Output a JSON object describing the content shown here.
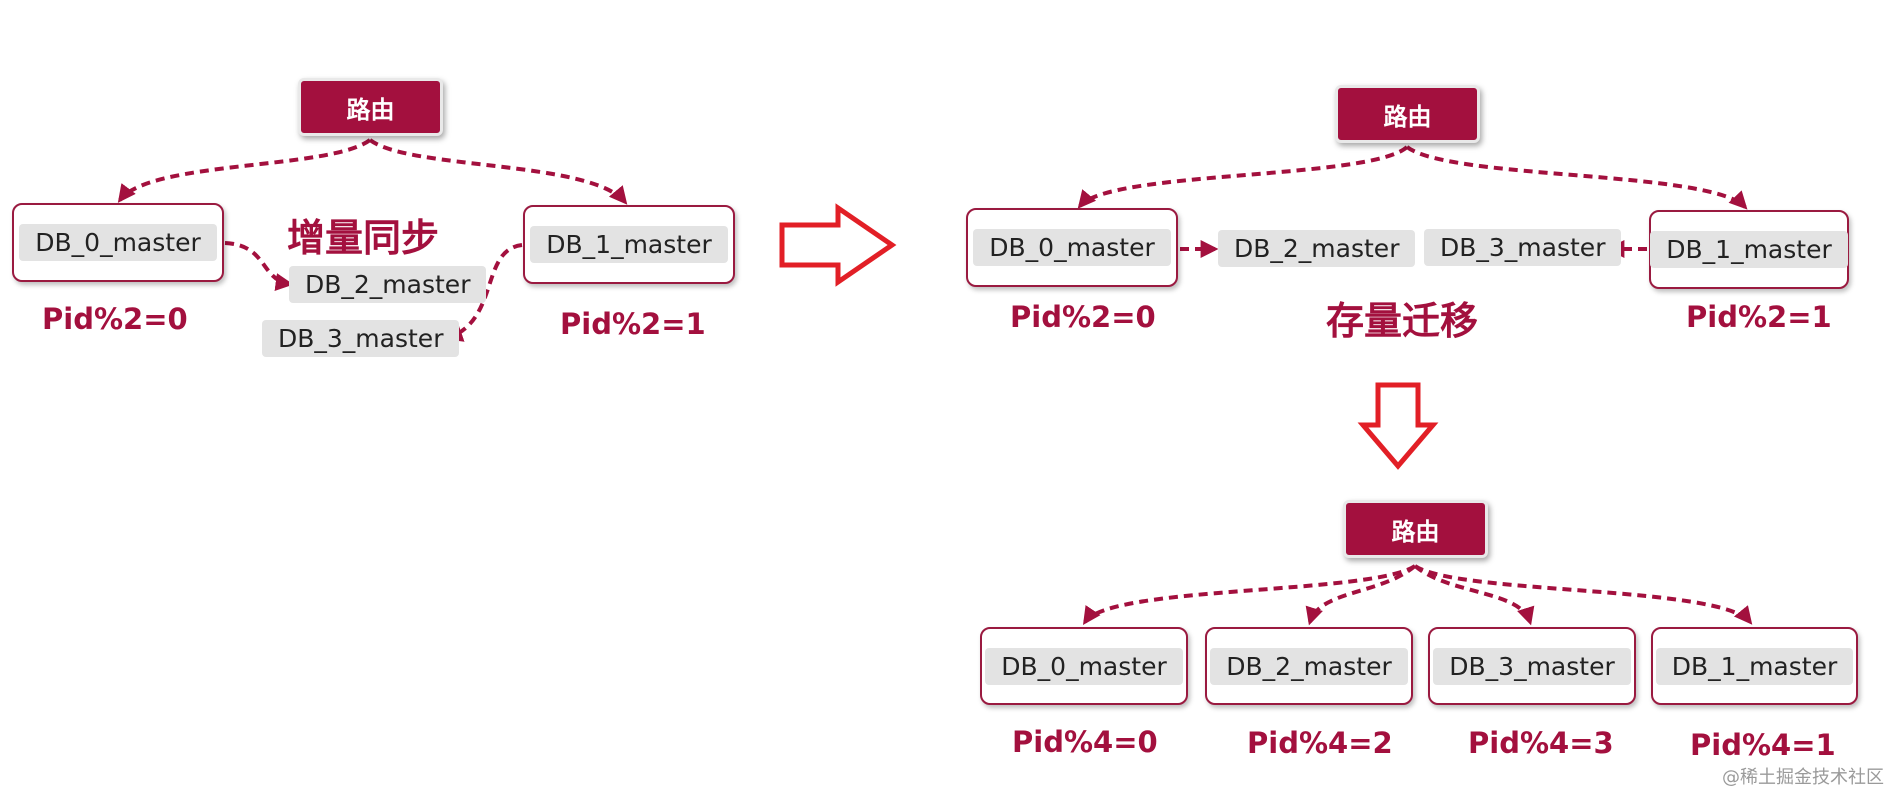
{
  "colors": {
    "accent": "#a3103e",
    "arrow_red": "#e21f26",
    "chip_bg": "#e3e3e3"
  },
  "left": {
    "router": "路由",
    "db0": "DB_0_master",
    "db1": "DB_1_master",
    "db2": "DB_2_master",
    "db3": "DB_3_master",
    "pid0": "Pid%2=0",
    "pid1": "Pid%2=1",
    "caption": "增量同步"
  },
  "right_top": {
    "router": "路由",
    "db0": "DB_0_master",
    "db2": "DB_2_master",
    "db3": "DB_3_master",
    "db1": "DB_1_master",
    "pid0": "Pid%2=0",
    "pid1": "Pid%2=1",
    "caption": "存量迁移"
  },
  "right_bottom": {
    "router": "路由",
    "db0": "DB_0_master",
    "db2": "DB_2_master",
    "db3": "DB_3_master",
    "db1": "DB_1_master",
    "pid0": "Pid%4=0",
    "pid2": "Pid%4=2",
    "pid3": "Pid%4=3",
    "pid1": "Pid%4=1"
  },
  "watermark": "@稀土掘金技术社区"
}
